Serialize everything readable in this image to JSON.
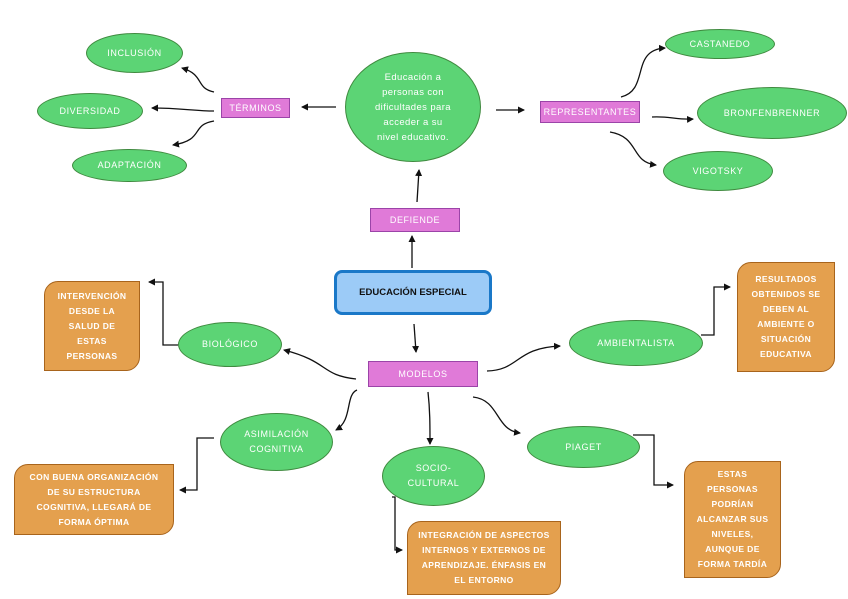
{
  "title": "EDUCACIÓN ESPECIAL",
  "center_definition": "Educación a\npersonas con\ndificultades para\nacceder a su\nnivel educativo.",
  "connectors": {
    "defiende": "DEFIENDE",
    "terminos": "TÉRMINOS",
    "representantes": "REPRESENTANTES",
    "modelos": "MODELOS"
  },
  "terminos": [
    "INCLUSIÓN",
    "DIVERSIDAD",
    "ADAPTACIÓN"
  ],
  "representantes": [
    "CASTANEDO",
    "BRONFENBRENNER",
    "VIGOTSKY"
  ],
  "modelos": {
    "biologico": {
      "label": "BIOLÓGICO",
      "description": "INTERVENCIÓN\nDESDE LA\nSALUD DE\nESTAS\nPERSONAS"
    },
    "ambientalista": {
      "label": "AMBIENTALISTA",
      "description": "RESULTADOS\nOBTENIDOS SE\nDEBEN AL\nAMBIENTE O\nSITUACIÓN\nEDUCATIVA"
    },
    "asimilacion": {
      "label": "ASIMILACIÓN\nCOGNITIVA",
      "description": "CON BUENA ORGANIZACIÓN\nDE SU ESTRUCTURA\nCOGNITIVA, LLEGARÁ DE\nFORMA ÓPTIMA"
    },
    "sociocultural": {
      "label": "SOCIO-\nCULTURAL",
      "description": "INTEGRACIÓN DE ASPECTOS\nINTERNOS Y EXTERNOS DE\nAPRENDIZAJE. ÉNFASIS EN\nEL ENTORNO"
    },
    "piaget": {
      "label": "PIAGET",
      "description": "ESTAS\nPERSONAS\nPODRÍAN\nALCANZAR SUS\nNIVELES,\nAUNQUE DE\nFORMA TARDÍA"
    }
  },
  "colors": {
    "ellipse_fill": "#5cd475",
    "connector_fill": "#e07ad8",
    "description_fill": "#e4a04e",
    "title_fill": "#9ccbf7",
    "title_border": "#1a78c8"
  }
}
